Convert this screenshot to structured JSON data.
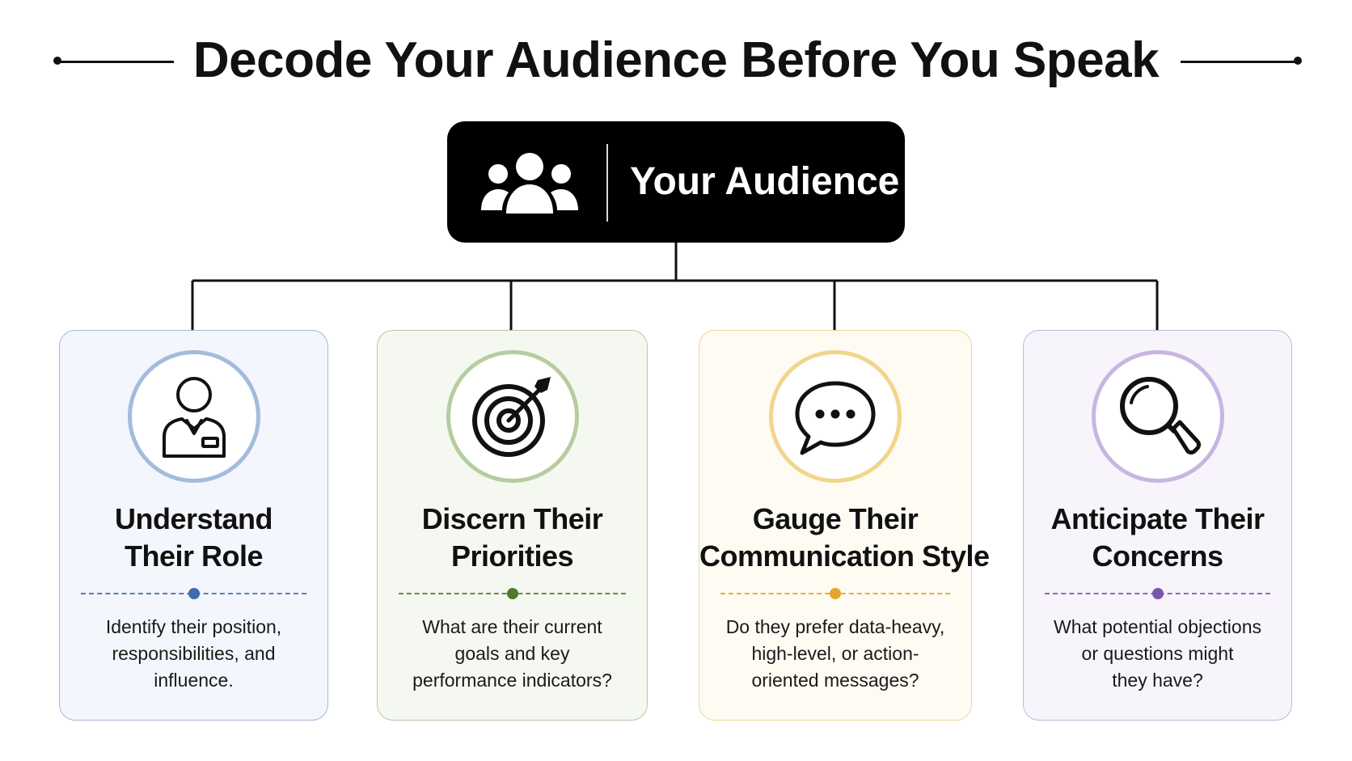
{
  "title": "Decode Your Audience Before You Speak",
  "root": {
    "label": "Your Audience",
    "icon": "group-people-icon",
    "background": "#000000"
  },
  "cards": [
    {
      "title_lines": [
        "Understand",
        "Their Role"
      ],
      "desc_lines": [
        "Identify their position,",
        "responsibilities, and",
        "influence."
      ],
      "icon": "person-badge-icon",
      "accent": "#3f6bb1"
    },
    {
      "title_lines": [
        "Discern Their",
        "Priorities"
      ],
      "desc_lines": [
        "What are their current",
        "goals and key",
        "performance indicators?"
      ],
      "icon": "target-arrow-icon",
      "accent": "#4e7a2c"
    },
    {
      "title_lines": [
        "Gauge Their",
        "Communication Style"
      ],
      "desc_lines": [
        "Do they prefer data-heavy,",
        "high-level, or action-",
        "oriented messages?"
      ],
      "icon": "chat-bubble-icon",
      "accent": "#e3a62a"
    },
    {
      "title_lines": [
        "Anticipate Their",
        "Concerns"
      ],
      "desc_lines": [
        "What potential objections",
        "or questions might",
        "they have?"
      ],
      "icon": "magnifying-glass-icon",
      "accent": "#7a55ad"
    }
  ]
}
